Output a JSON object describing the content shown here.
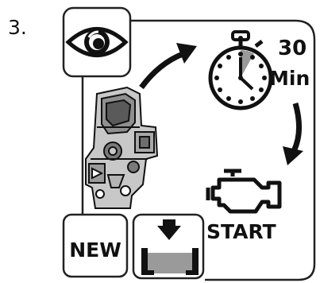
{
  "step": {
    "number_label": "3."
  },
  "timer": {
    "value": "30",
    "unit": "Min",
    "icon": "stopwatch-icon",
    "elapsed_fraction": 0.08
  },
  "engine": {
    "label": "START",
    "icon": "engine-icon"
  },
  "replacement": {
    "label": "NEW"
  },
  "icons": {
    "inspect": "eye-icon",
    "part": "valve-body-part",
    "install": "install-down-icon"
  },
  "colors": {
    "ink": "#111111",
    "accent_gray": "#9a9a9a",
    "frame": "#222222"
  }
}
